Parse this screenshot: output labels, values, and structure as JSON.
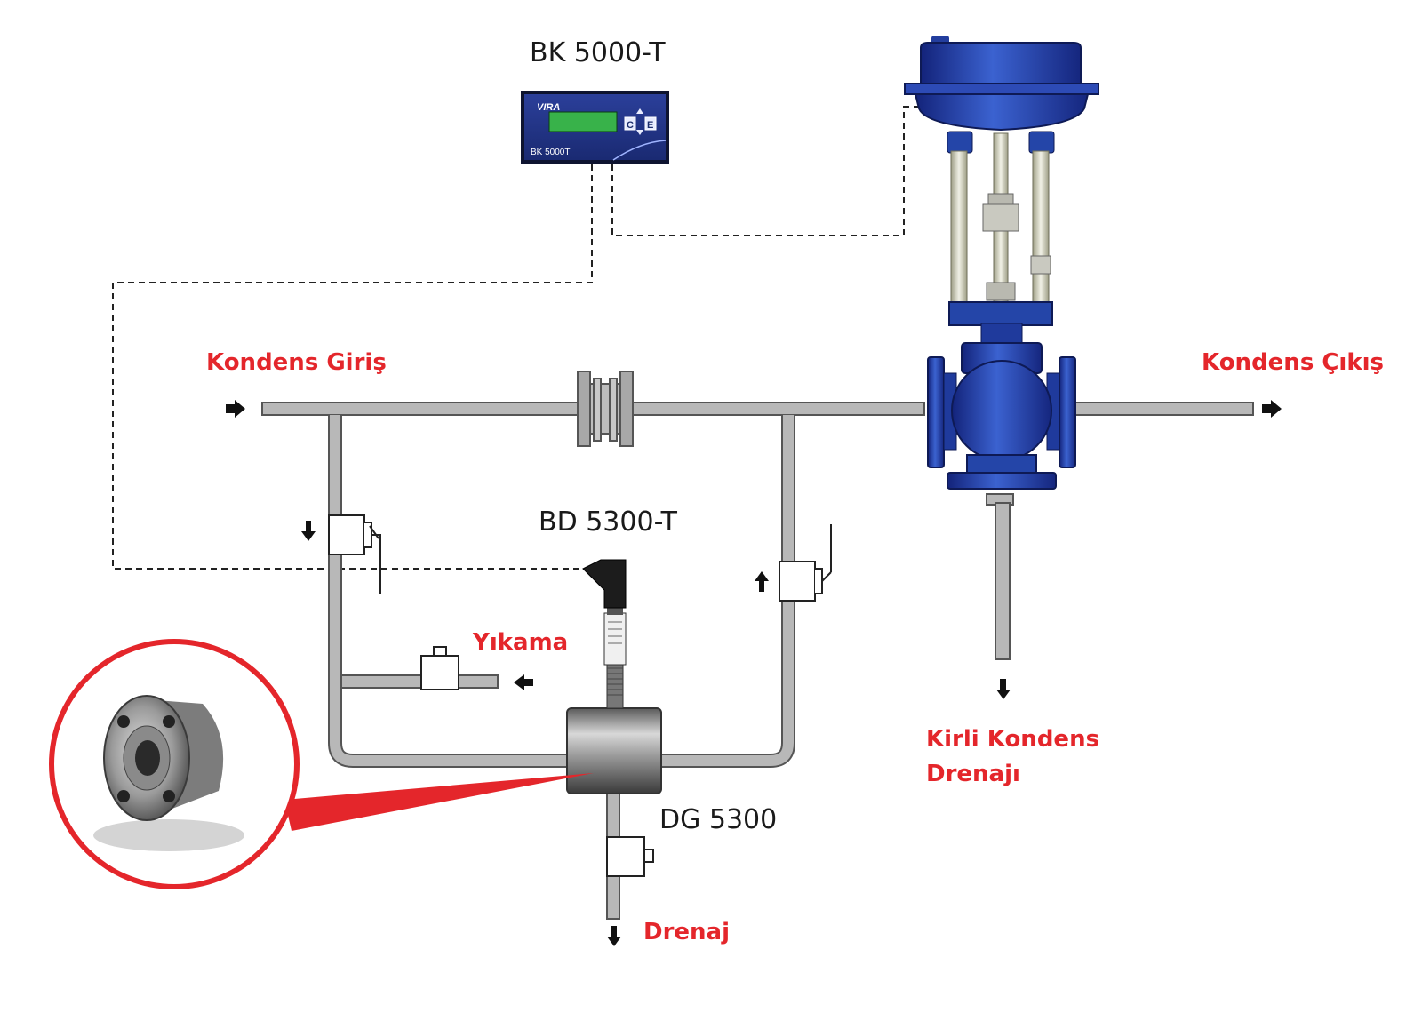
{
  "labels": {
    "controller": "BK 5000-T",
    "sensor": "BD 5300-T",
    "meter": "DG 5300",
    "inlet": "Kondens Giriş",
    "outlet": "Kondens Çıkış",
    "flush": "Yıkama",
    "dirty_drain_line1": "Kirli Kondens",
    "dirty_drain_line2": "Drenajı",
    "drain": "Drenaj"
  },
  "controller_panel": {
    "brand": "VIRA",
    "model": "BK 5000T",
    "key_c": "C",
    "key_e": "E"
  },
  "colors": {
    "label_red": "#e4262b",
    "pipe_fill": "#b5b5b5",
    "pipe_stroke": "#555555",
    "valve_blue": "#2a4bb0",
    "panel_blue": "#22348a",
    "lcd_green": "#38b24a",
    "zoom_circle": "#e4262b"
  }
}
